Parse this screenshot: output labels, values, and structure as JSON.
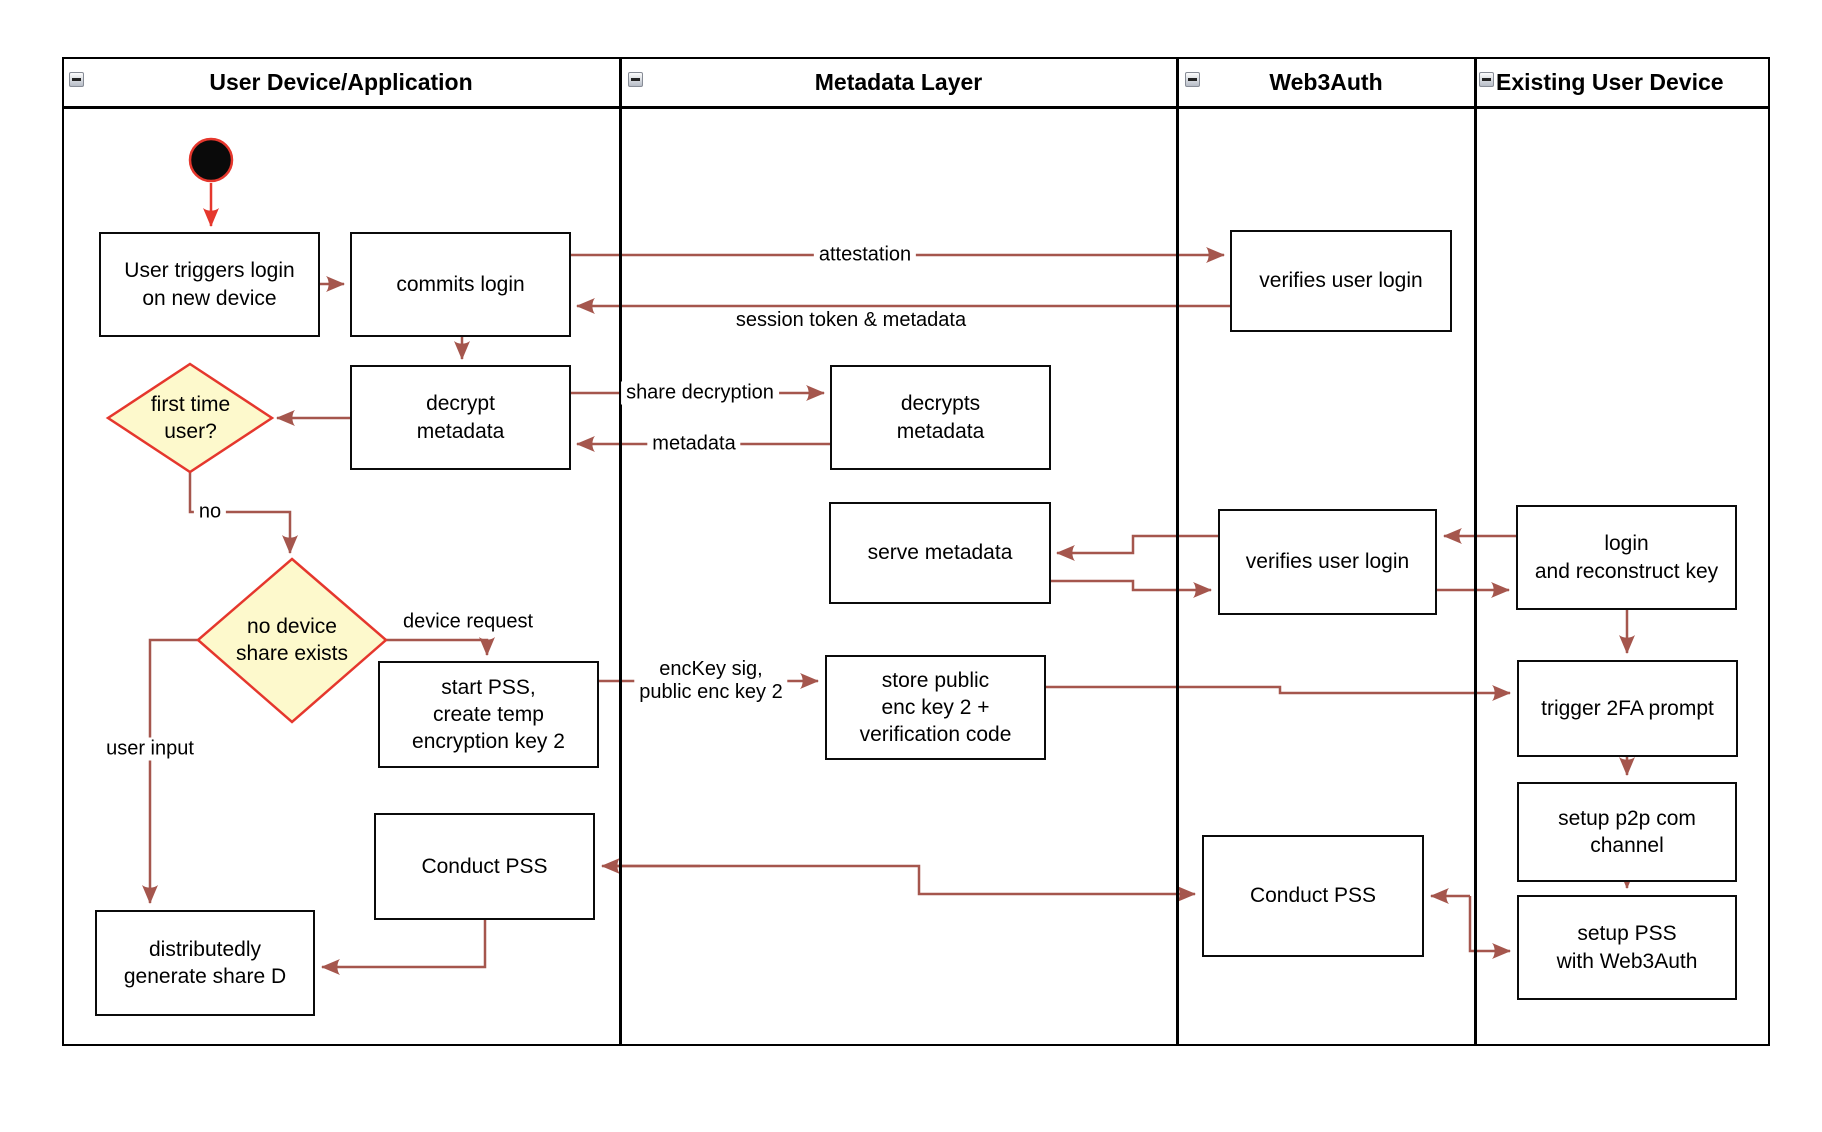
{
  "lanes": [
    {
      "title": "User Device/Application"
    },
    {
      "title": "Metadata Layer"
    },
    {
      "title": "Web3Auth"
    },
    {
      "title": "Existing User Device"
    }
  ],
  "nodes": {
    "user_triggers": {
      "lines": [
        "User triggers login",
        "on new device"
      ]
    },
    "commits": {
      "lines": [
        "commits login"
      ]
    },
    "verifies1": {
      "lines": [
        "verifies user login"
      ]
    },
    "decrypt": {
      "lines": [
        "decrypt",
        "metadata"
      ]
    },
    "decrypts": {
      "lines": [
        "decrypts",
        "metadata"
      ]
    },
    "first_time": {
      "lines": [
        "first time",
        "user?"
      ]
    },
    "no_device": {
      "lines": [
        "no device",
        "share exists"
      ]
    },
    "serve": {
      "lines": [
        "serve metadata"
      ]
    },
    "verifies2": {
      "lines": [
        "verifies user login"
      ]
    },
    "login_reconstruct": {
      "lines": [
        "login",
        "and reconstruct key"
      ]
    },
    "start_pss": {
      "lines": [
        "start PSS,",
        "create temp",
        "encryption key 2"
      ]
    },
    "store_public": {
      "lines": [
        "store public",
        "enc key 2 +",
        "verification code"
      ]
    },
    "trigger_2fa": {
      "lines": [
        "trigger 2FA prompt"
      ]
    },
    "setup_p2p": {
      "lines": [
        "setup p2p com",
        "channel"
      ]
    },
    "setup_pss": {
      "lines": [
        "setup PSS",
        "with Web3Auth"
      ]
    },
    "conduct_pss_user": {
      "lines": [
        "Conduct PSS"
      ]
    },
    "conduct_pss_w3a": {
      "lines": [
        "Conduct PSS"
      ]
    },
    "distributed": {
      "lines": [
        "distributedly",
        "generate share D"
      ]
    }
  },
  "edge_labels": {
    "attestation": "attestation",
    "session": "session token & metadata",
    "share_decryption": "share decryption",
    "metadata": "metadata",
    "no": "no",
    "device_request": "device request",
    "enckey_lines": [
      "encKey sig,",
      "public enc key 2"
    ],
    "user_input": "user input"
  },
  "colors": {
    "connector": "#A5564D",
    "start_red": "#E5372D",
    "diamond_fill": "#FDF9CC",
    "diamond_border": "#E5372D",
    "box_border": "#0b0b0b"
  }
}
